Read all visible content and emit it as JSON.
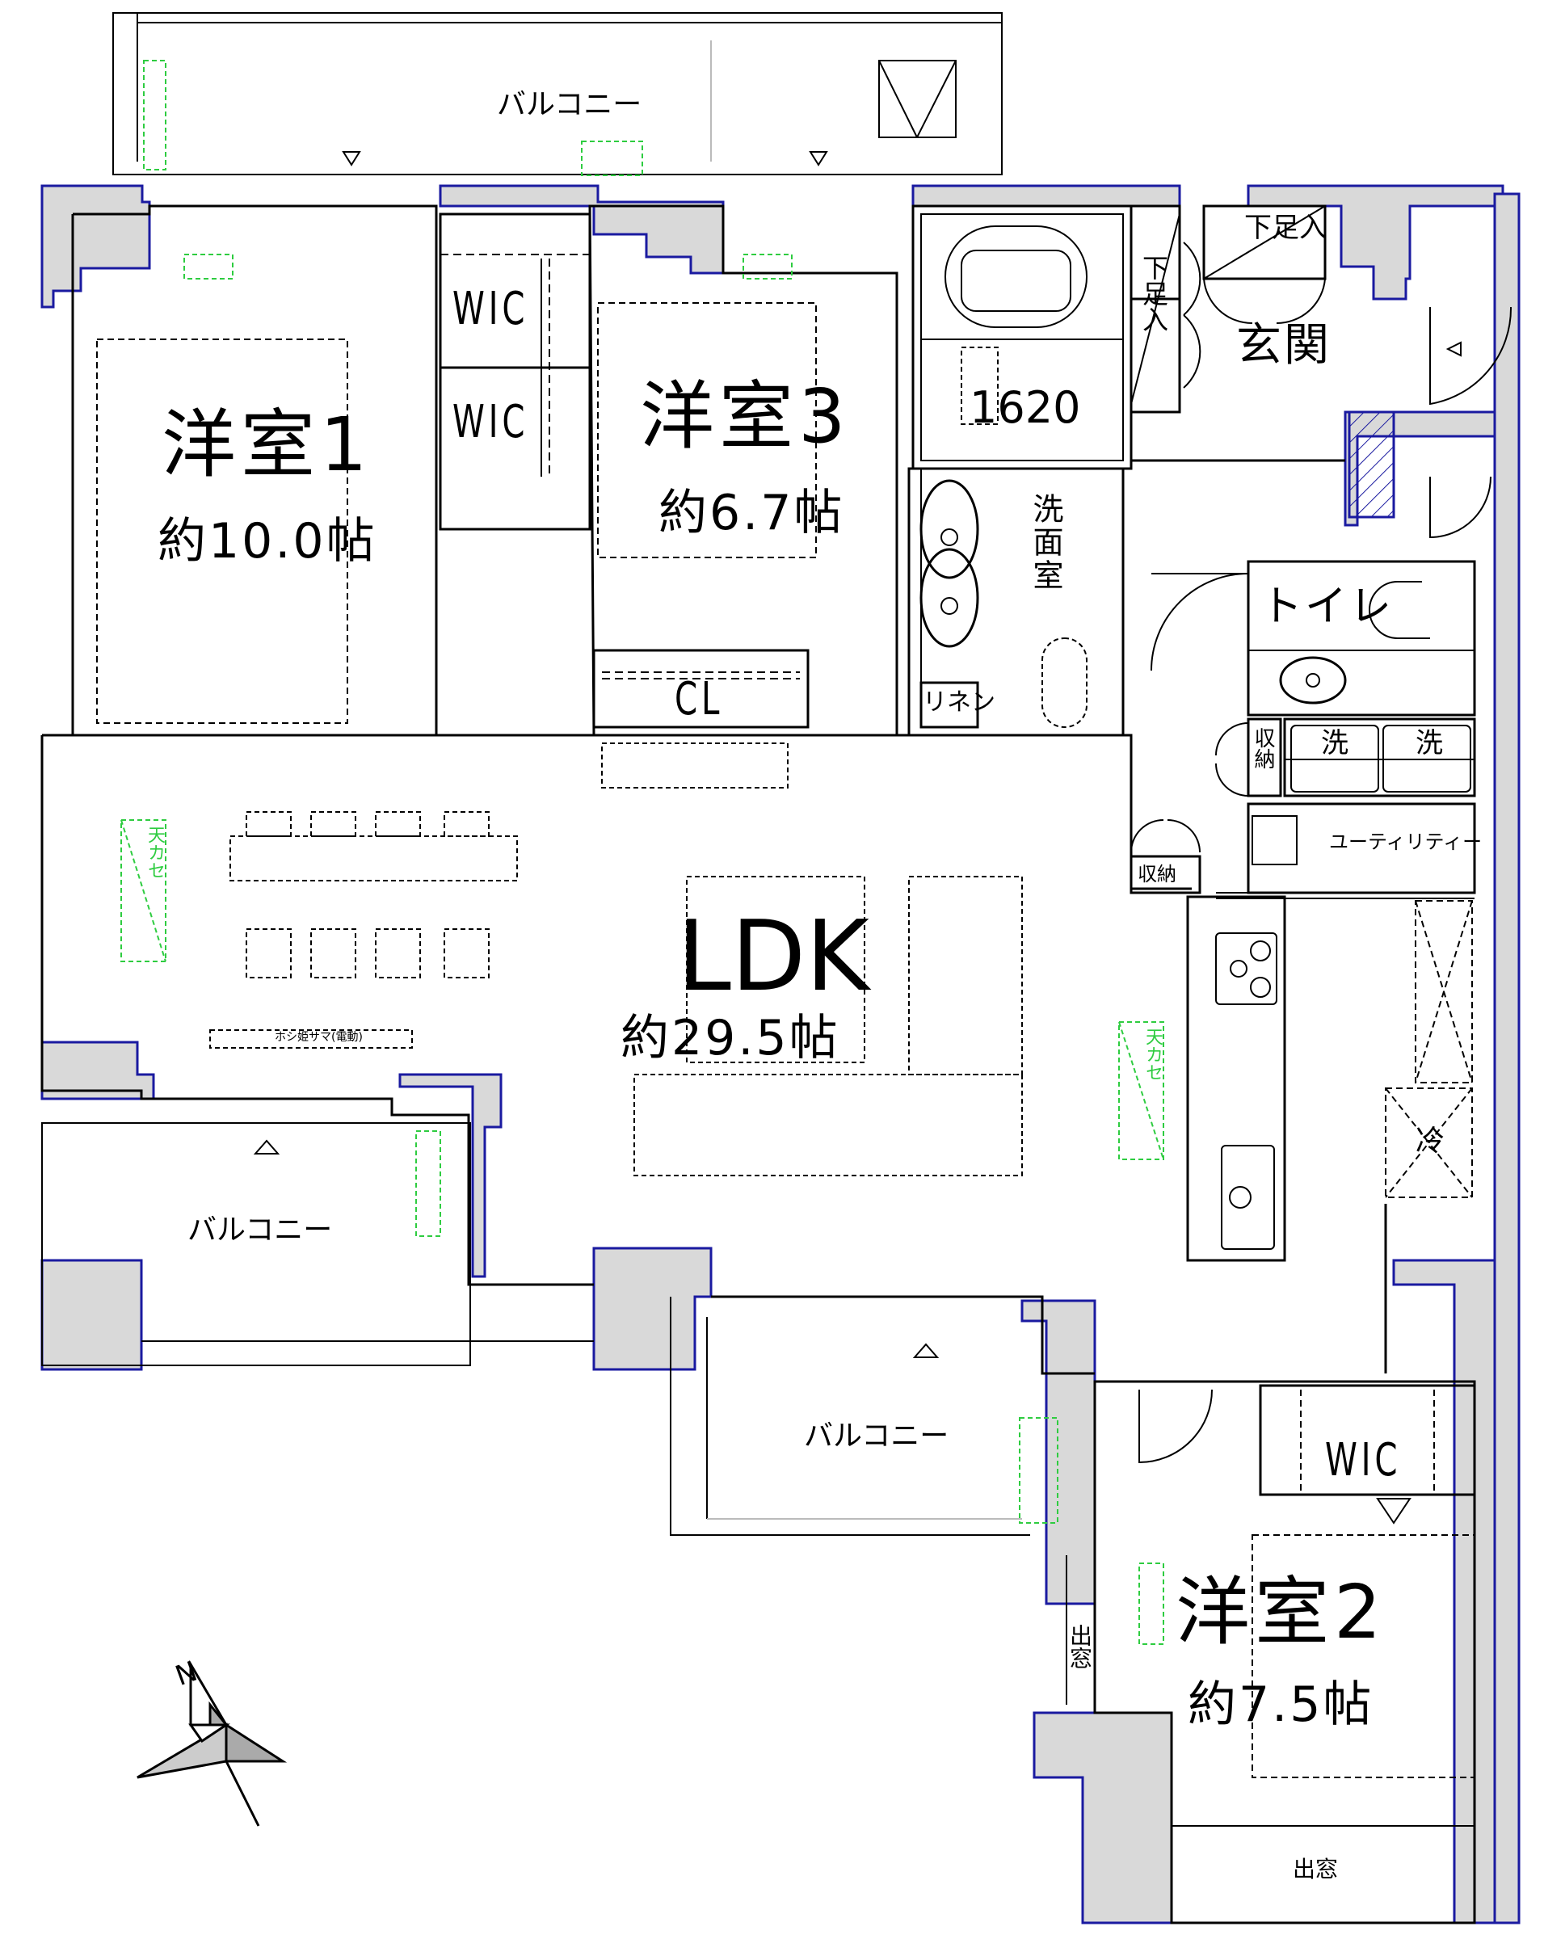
{
  "floorplan": {
    "rooms": {
      "western1": {
        "name": "洋室1",
        "area": "約10.0帖"
      },
      "western2": {
        "name": "洋室2",
        "area": "約7.5帖"
      },
      "western3": {
        "name": "洋室3",
        "area": "約6.7帖"
      },
      "ldk": {
        "name": "LDK",
        "area": "約29.5帖"
      },
      "entrance": {
        "name": "玄関"
      },
      "toilet": {
        "name": "トイレ"
      },
      "washroom": {
        "name": "洗面室"
      },
      "utility": {
        "name": "ユーティリティー"
      },
      "bath": {
        "name": "1620"
      }
    },
    "storage": {
      "wic1": "WIC",
      "wic2": "WIC",
      "wic3": "WIC",
      "closet": "CL",
      "linen": "リネン",
      "storage1": "収納",
      "storage2": "収納",
      "shoe1": "下足入",
      "shoe2": "下足入"
    },
    "balconies": [
      "バルコニー",
      "バルコニー",
      "バルコニー"
    ],
    "bay_windows": [
      "出窓",
      "出窓"
    ],
    "fixtures": {
      "washer1": "洗",
      "washer2": "洗",
      "fridge": "冷",
      "ceiling_ac": [
        "天カセ",
        "天カセ"
      ],
      "curtain": "ホシ姫サマ(電動)"
    },
    "compass": {
      "label": "N"
    },
    "colors": {
      "wall_fill": "#d9d9d9",
      "wall_outline": "#1a1aa0",
      "line": "#000000",
      "ac_green": "#2ecc40"
    }
  }
}
